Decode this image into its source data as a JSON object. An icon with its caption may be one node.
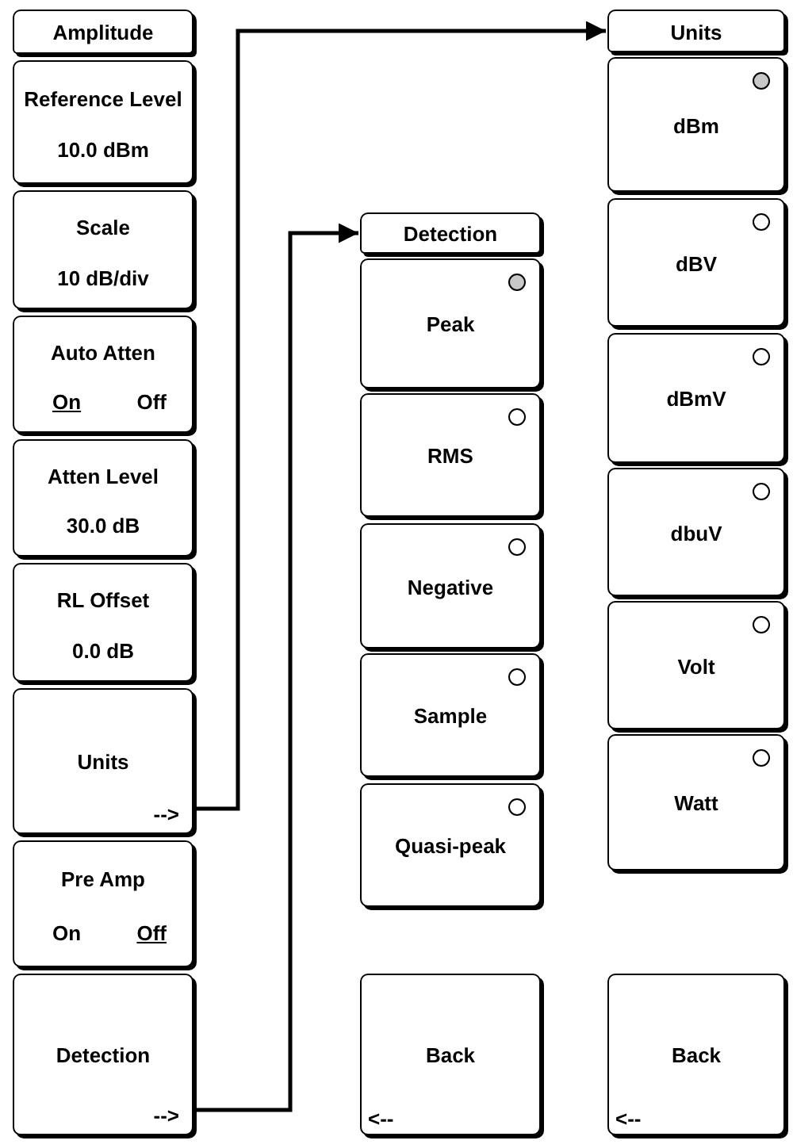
{
  "diagram": {
    "nodes": [
      {
        "text": [
          "Amplitude"
        ]
      },
      {
        "text": [
          "Reference Level",
          "10.0 dBm"
        ]
      },
      {
        "text": [
          "Scale",
          "10 dB/div"
        ]
      },
      {
        "text": [
          "Auto Atten",
          "On",
          "Off"
        ]
      },
      {
        "text": [
          "Atten Level",
          "30.0 dB"
        ]
      },
      {
        "text": [
          "RL Offset",
          "0.0 dB"
        ]
      },
      {
        "text": [
          "Units",
          "-->"
        ]
      },
      {
        "text": [
          "Pre Amp",
          "On",
          "Off"
        ]
      },
      {
        "text": [
          "Detection",
          "-->"
        ]
      },
      {
        "text": [
          "Detection"
        ]
      },
      {
        "text": [
          "Peak"
        ]
      },
      {
        "text": [
          "RMS"
        ]
      },
      {
        "text": [
          "Negative"
        ]
      },
      {
        "text": [
          "Sample"
        ]
      },
      {
        "text": [
          "Quasi-peak"
        ]
      },
      {
        "text": [
          "Back",
          "<--"
        ]
      },
      {
        "text": [
          "Units"
        ]
      },
      {
        "text": [
          "dBm"
        ]
      },
      {
        "text": [
          "dBV"
        ]
      },
      {
        "text": [
          "dBmV"
        ]
      },
      {
        "text": [
          "dbuV"
        ]
      },
      {
        "text": [
          "Volt"
        ]
      },
      {
        "text": [
          "Watt"
        ]
      },
      {
        "text": [
          "Back",
          "<--"
        ]
      }
    ],
    "edges": [
      {
        "from": 6,
        "to": 16,
        "arrow": "to"
      },
      {
        "from": 8,
        "to": 9,
        "arrow": "to"
      }
    ]
  }
}
